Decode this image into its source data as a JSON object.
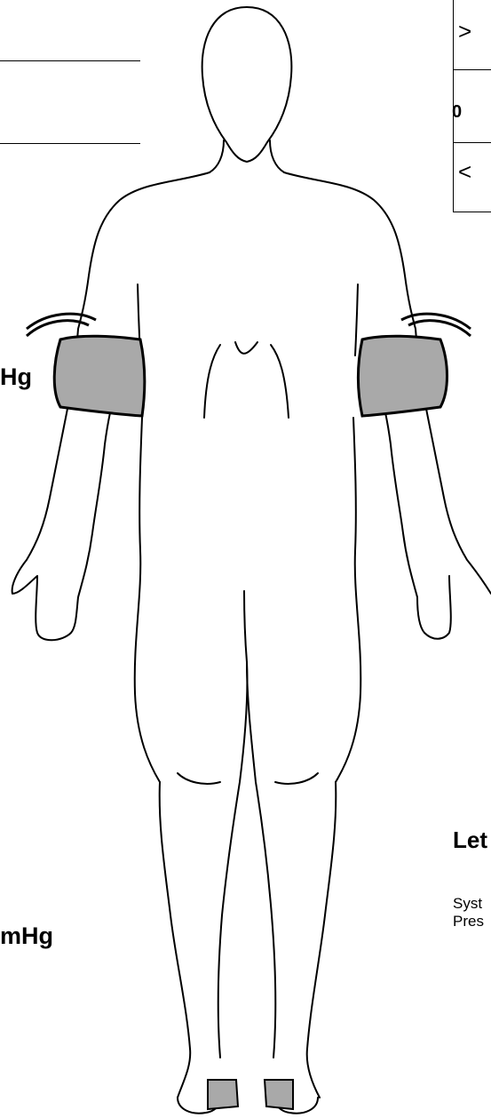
{
  "left_panel": {
    "mm_label_arm": "Hg",
    "mm_label_ankle": "mHg"
  },
  "ref_table": {
    "row_gt": ">",
    "row_zero": "0",
    "row_lt": "<"
  },
  "right_panel": {
    "heading": "Let",
    "label_line1": "Syst",
    "label_line2": "Pres"
  },
  "colors": {
    "cuff_fill": "#a9a9a9",
    "outline": "#000000"
  }
}
